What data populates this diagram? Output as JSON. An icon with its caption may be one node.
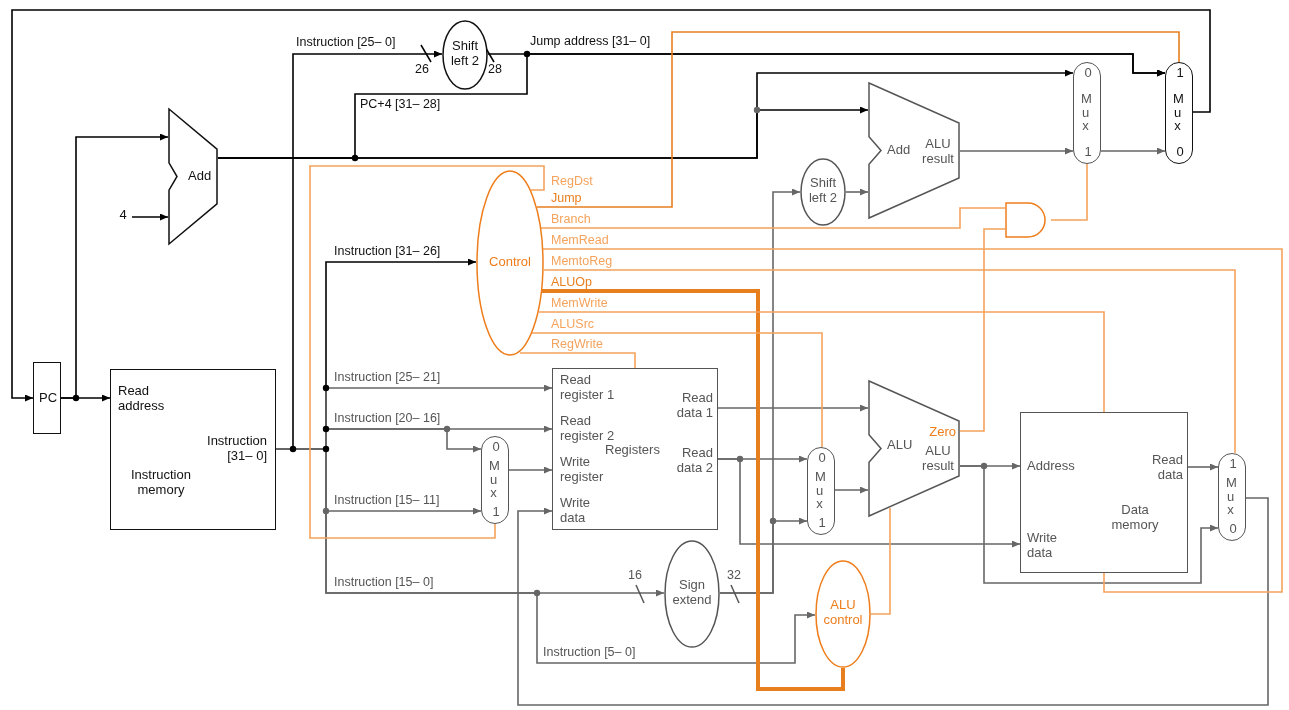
{
  "diagram": {
    "nodes": [
      {
        "text": [
          "PC"
        ]
      },
      {
        "text": [
          "Read address",
          "Instruction [31– 0]",
          "Instruction memory"
        ]
      },
      {
        "text": [
          "Add"
        ]
      },
      {
        "text": [
          "4"
        ]
      },
      {
        "text": [
          "Shift left 2"
        ]
      },
      {
        "text": [
          "Control"
        ]
      },
      {
        "text": [
          "Read register 1",
          "Read register 2",
          "Write register",
          "Write data",
          "Registers",
          "Read data 1",
          "Read data 2"
        ]
      },
      {
        "text": [
          "0",
          "Mux",
          "1"
        ]
      },
      {
        "text": [
          "Sign extend"
        ]
      },
      {
        "text": [
          "Shift left 2"
        ]
      },
      {
        "text": [
          "Add",
          "ALU result"
        ]
      },
      {
        "text": [
          "0",
          "Mux",
          "1"
        ]
      },
      {
        "text": [
          "1",
          "Mux",
          "0"
        ]
      },
      {
        "text": [
          "ALU",
          "Zero",
          "ALU result"
        ]
      },
      {
        "text": [
          "0",
          "Mux",
          "1"
        ]
      },
      {
        "text": [
          "ALU control"
        ]
      },
      {
        "text": [
          "Address",
          "Read data",
          "Write data",
          "Data memory"
        ]
      },
      {
        "text": [
          "1",
          "Mux",
          "0"
        ]
      },
      {
        "text": [],
        "shape": "gate"
      }
    ],
    "edges": [
      {
        "from": 0,
        "to": 1,
        "arrow": "to",
        "color": "#000000"
      },
      {
        "from": 0,
        "to": 2,
        "arrow": "to",
        "color": "#000000"
      },
      {
        "from": 3,
        "to": 2,
        "arrow": "to",
        "color": "#000000"
      },
      {
        "from": 2,
        "to": 11,
        "arrow": "to",
        "color": "#000000"
      },
      {
        "from": 2,
        "to": 10,
        "arrow": "to",
        "color": "#000000"
      },
      {
        "from": 2,
        "to": 12,
        "arrow": "to",
        "label": "PC+4 [31– 28]",
        "color": "#000000"
      },
      {
        "from": 1,
        "to": 4,
        "arrow": "to",
        "label": "Instruction [25– 0]",
        "color": "#000000"
      },
      {
        "from": 4,
        "to": 12,
        "arrow": "to",
        "label": "Jump address [31– 0]",
        "color": "#000000"
      },
      {
        "from": 12,
        "to": 0,
        "arrow": "to",
        "color": "#000000"
      },
      {
        "from": 1,
        "to": 5,
        "arrow": "to",
        "label": "Instruction [31– 26]",
        "color": "#000000"
      },
      {
        "from": 1,
        "to": 6,
        "arrow": "to",
        "label": "Instruction [25– 21]"
      },
      {
        "from": 1,
        "to": 6,
        "arrow": "to",
        "label": "Instruction [20– 16]"
      },
      {
        "from": 1,
        "to": 7,
        "arrow": "to"
      },
      {
        "from": 1,
        "to": 7,
        "arrow": "to",
        "label": "Instruction [15– 11]"
      },
      {
        "from": 1,
        "to": 8,
        "arrow": "to",
        "label": "Instruction [15– 0]"
      },
      {
        "from": 1,
        "to": 15,
        "arrow": "to",
        "label": "Instruction [5– 0]"
      },
      {
        "from": 7,
        "to": 6,
        "arrow": "to"
      },
      {
        "from": 6,
        "to": 13,
        "arrow": "to"
      },
      {
        "from": 6,
        "to": 14,
        "arrow": "to"
      },
      {
        "from": 6,
        "to": 16,
        "arrow": "to"
      },
      {
        "from": 8,
        "to": 9,
        "arrow": "to"
      },
      {
        "from": 8,
        "to": 14,
        "arrow": "to"
      },
      {
        "from": 9,
        "to": 10,
        "arrow": "to"
      },
      {
        "from": 10,
        "to": 11,
        "arrow": "to"
      },
      {
        "from": 11,
        "to": 12,
        "arrow": "to"
      },
      {
        "from": 14,
        "to": 13,
        "arrow": "to"
      },
      {
        "from": 13,
        "to": 16,
        "arrow": "to"
      },
      {
        "from": 13,
        "to": 17,
        "arrow": "to"
      },
      {
        "from": 16,
        "to": 17,
        "arrow": "to"
      },
      {
        "from": 17,
        "to": 6,
        "arrow": "to"
      },
      {
        "from": 13,
        "to": 18,
        "arrow": "none",
        "color": "#f5a35c"
      },
      {
        "from": 18,
        "to": 11,
        "arrow": "none",
        "color": "#f5a35c"
      },
      {
        "from": 5,
        "to": 7,
        "arrow": "none",
        "label": "RegDst",
        "color": "#f5a35c"
      },
      {
        "from": 5,
        "to": 12,
        "arrow": "none",
        "label": "Jump",
        "color": "#e87f1f"
      },
      {
        "from": 5,
        "to": 18,
        "arrow": "none",
        "label": "Branch",
        "color": "#f5a35c"
      },
      {
        "from": 5,
        "to": 16,
        "arrow": "none",
        "label": "MemRead",
        "color": "#f5a35c"
      },
      {
        "from": 5,
        "to": 17,
        "arrow": "none",
        "label": "MemtoReg",
        "color": "#f5a35c"
      },
      {
        "from": 5,
        "to": 15,
        "arrow": "none",
        "label": "ALUOp",
        "color": "#e87f1f",
        "style": "thick"
      },
      {
        "from": 5,
        "to": 16,
        "arrow": "none",
        "label": "MemWrite",
        "color": "#f5a35c"
      },
      {
        "from": 5,
        "to": 14,
        "arrow": "none",
        "label": "ALUSrc",
        "color": "#f5a35c"
      },
      {
        "from": 5,
        "to": 6,
        "arrow": "none",
        "label": "RegWrite",
        "color": "#f5a35c"
      },
      {
        "from": 15,
        "to": 13,
        "arrow": "none",
        "color": "#f5a35c"
      }
    ],
    "labels": [
      "26",
      "28",
      "16",
      "32"
    ]
  }
}
